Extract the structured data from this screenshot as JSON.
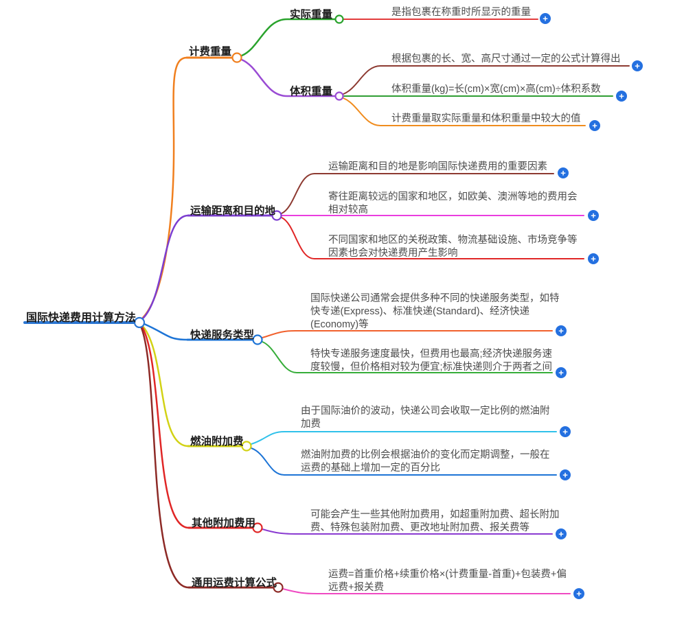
{
  "root": {
    "label": "国际快递费用计算方法",
    "color": "#2b76d2"
  },
  "ui": {
    "plus_color": "#2470e0",
    "plus_glyph": "+"
  },
  "branches": [
    {
      "label": "计费重量",
      "color": "#f07f1e",
      "children": [
        {
          "label": "实际重量",
          "color": "#2aa32d",
          "leaves": [
            {
              "text": "是指包裹在称重时所显示的重量",
              "color": "#e23b3b"
            }
          ]
        },
        {
          "label": "体积重量",
          "color": "#9a4bd4",
          "leaves": [
            {
              "text": "根据包裹的长、宽、高尺寸通过一定的公式计算得出",
              "color": "#8d3a31"
            },
            {
              "text": "体积重量(kg)=长(cm)×宽(cm)×高(cm)÷体积系数",
              "color": "#2f9e33"
            },
            {
              "text": "计费重量取实际重量和体积重量中较大的值",
              "color": "#f08c1e"
            }
          ]
        }
      ]
    },
    {
      "label": "运输距离和目的地",
      "color": "#7c3ed0",
      "leaves": [
        {
          "text": "运输距离和目的地是影响国际快递费用的重要因素",
          "color": "#8d3a31"
        },
        {
          "text": "寄往距离较远的国家和地区，如欧美、澳洲等地的费用会\n相对较高",
          "color": "#ea3ddf"
        },
        {
          "text": "不同国家和地区的关税政策、物流基础设施、市场竞争等\n因素也会对快递费用产生影响",
          "color": "#e02626"
        }
      ]
    },
    {
      "label": "快递服务类型",
      "color": "#1d74d6",
      "leaves": [
        {
          "text": "国际快递公司通常会提供多种不同的快递服务类型，如特\n快专递(Express)、标准快递(Standard)、经济快递\n(Economy)等",
          "color": "#f1602c"
        },
        {
          "text": "特快专递服务速度最快，但费用也最高;经济快递服务速\n度较慢，但价格相对较为便宜;标准快递则介于两者之间",
          "color": "#36ad39"
        }
      ]
    },
    {
      "label": "燃油附加费",
      "color": "#d2d215",
      "leaves": [
        {
          "text": "由于国际油价的波动，快递公司会收取一定比例的燃油附\n加费",
          "color": "#2fc1ea"
        },
        {
          "text": "燃油附加费的比例会根据油价的变化而定期调整，一般在\n运费的基础上增加一定的百分比",
          "color": "#1d74d6"
        }
      ]
    },
    {
      "label": "其他附加费用",
      "color": "#e02626",
      "leaves": [
        {
          "text": "可能会产生一些其他附加费用，如超重附加费、超长附加\n费、特殊包装附加费、更改地址附加费、报关费等",
          "color": "#8a3bd1"
        }
      ]
    },
    {
      "label": "通用运费计算公式",
      "color": "#8d2a26",
      "leaves": [
        {
          "text": "运费=首重价格+续重价格×(计费重量-首重)+包装费+偏\n远费+报关费",
          "color": "#ef49c2"
        }
      ]
    }
  ]
}
